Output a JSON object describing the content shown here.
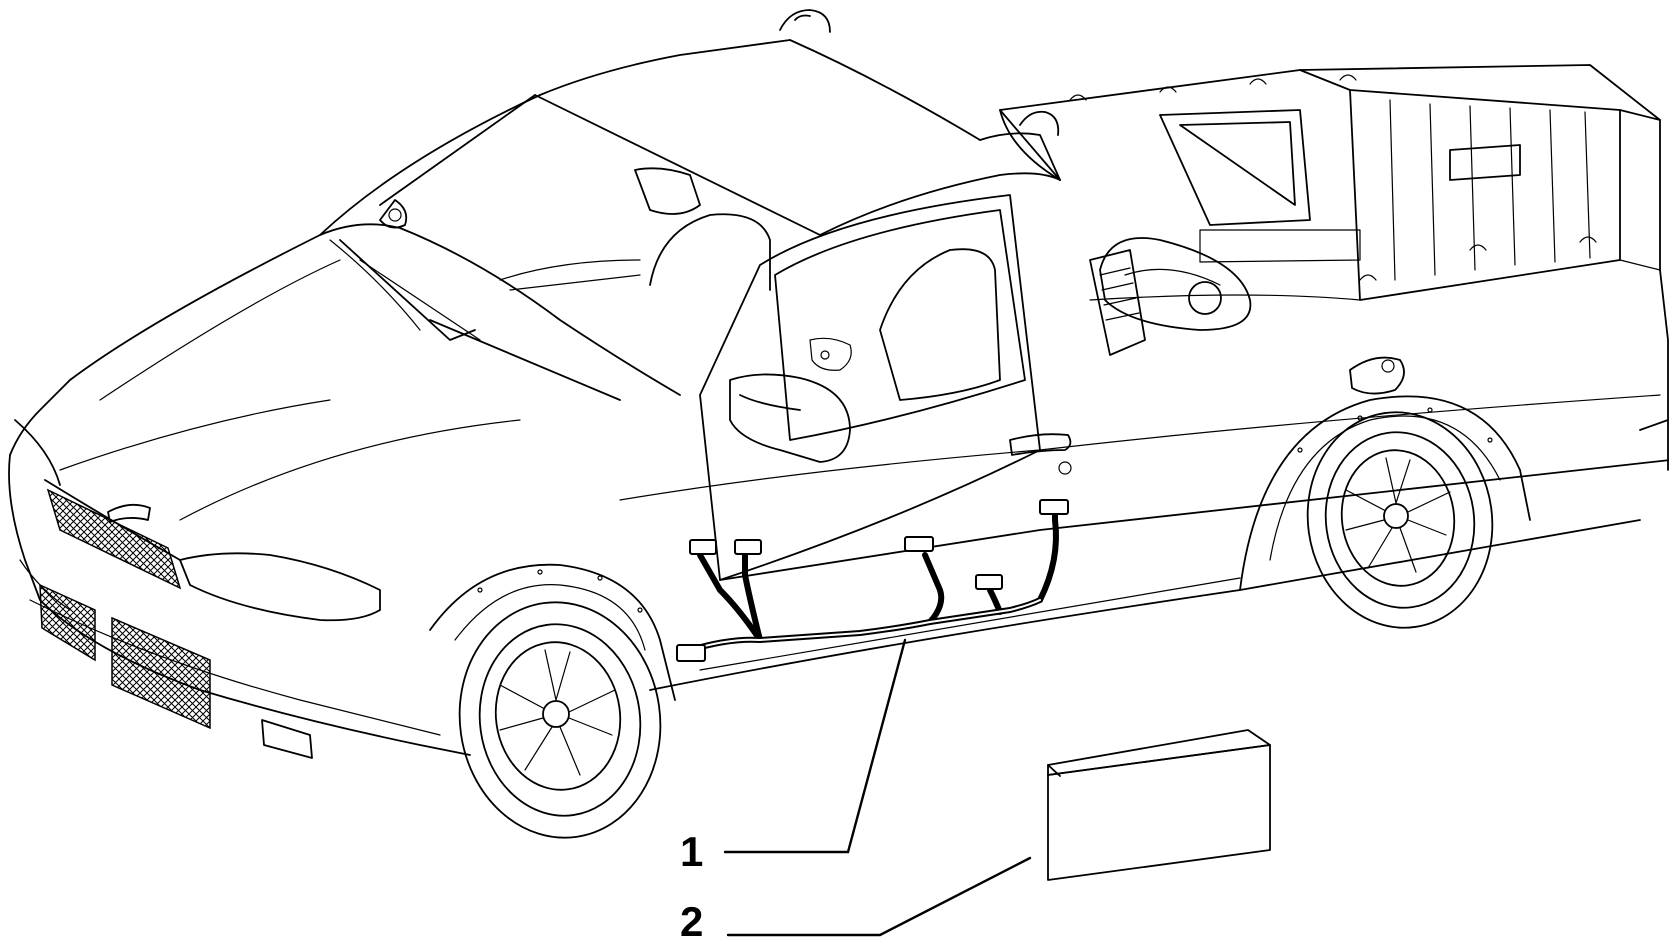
{
  "diagram": {
    "callouts": [
      {
        "id": "1",
        "label": "1"
      },
      {
        "id": "2",
        "label": "2"
      }
    ]
  },
  "colors": {
    "line": "#000000",
    "background": "#ffffff"
  }
}
